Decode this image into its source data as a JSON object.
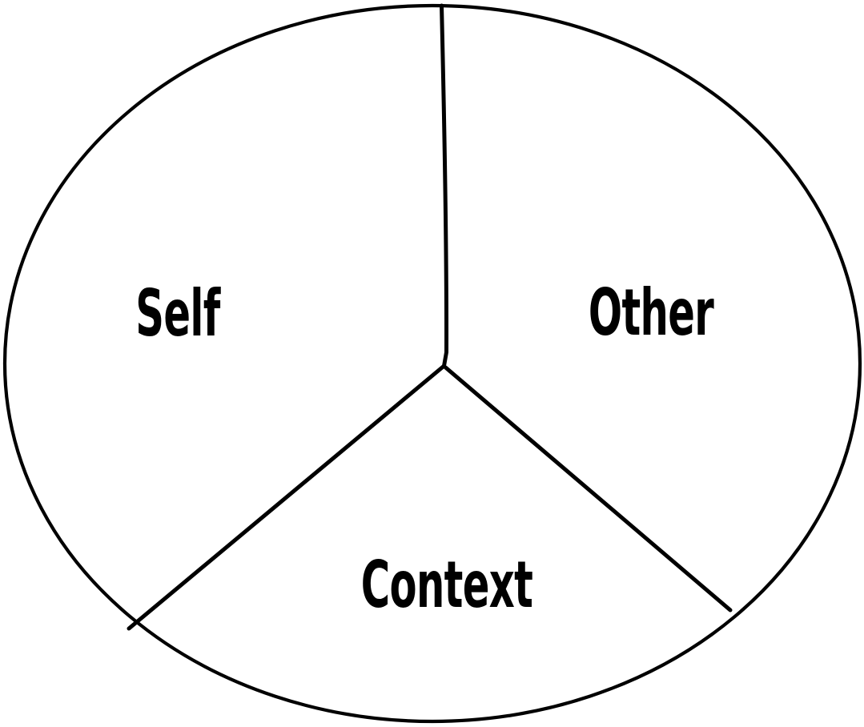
{
  "diagram": {
    "kind": "hand-drawn circle divided into three sectors",
    "background_color": "#ffffff",
    "line_color": "#000000",
    "segments": [
      {
        "label": "Self",
        "position": "upper-left",
        "approx_angle_deg": 130
      },
      {
        "label": "Other",
        "position": "upper-right",
        "approx_angle_deg": 131
      },
      {
        "label": "Context",
        "position": "bottom",
        "approx_angle_deg": 99
      }
    ]
  }
}
